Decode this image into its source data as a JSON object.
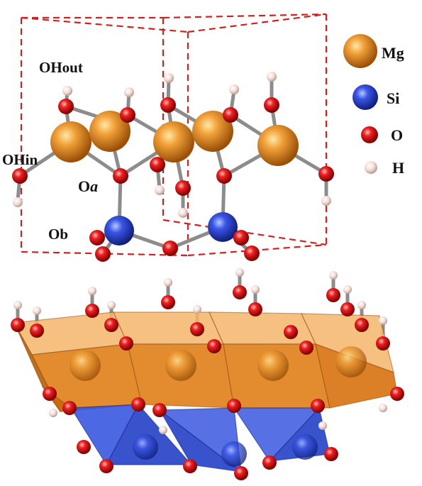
{
  "labels": {
    "oh_out": "OHout",
    "oh_in": "OHin",
    "o_a_prefix": "O",
    "o_a_italic": "a",
    "o_b": "Ob"
  },
  "legend": [
    {
      "label": "Mg",
      "icon": "mg-atom-icon",
      "color": "#e8871e"
    },
    {
      "label": "Si",
      "icon": "si-atom-icon",
      "color": "#2f48d8"
    },
    {
      "label": "O",
      "icon": "o-atom-icon",
      "color": "#e01818"
    },
    {
      "label": "H",
      "icon": "h-atom-icon",
      "color": "#f3d8d0"
    }
  ],
  "colors": {
    "cell_edge": "#d22020",
    "bond": "#8c8c8c",
    "octahedron": "#e8871e",
    "tetrahedron": "#2f48d8"
  }
}
